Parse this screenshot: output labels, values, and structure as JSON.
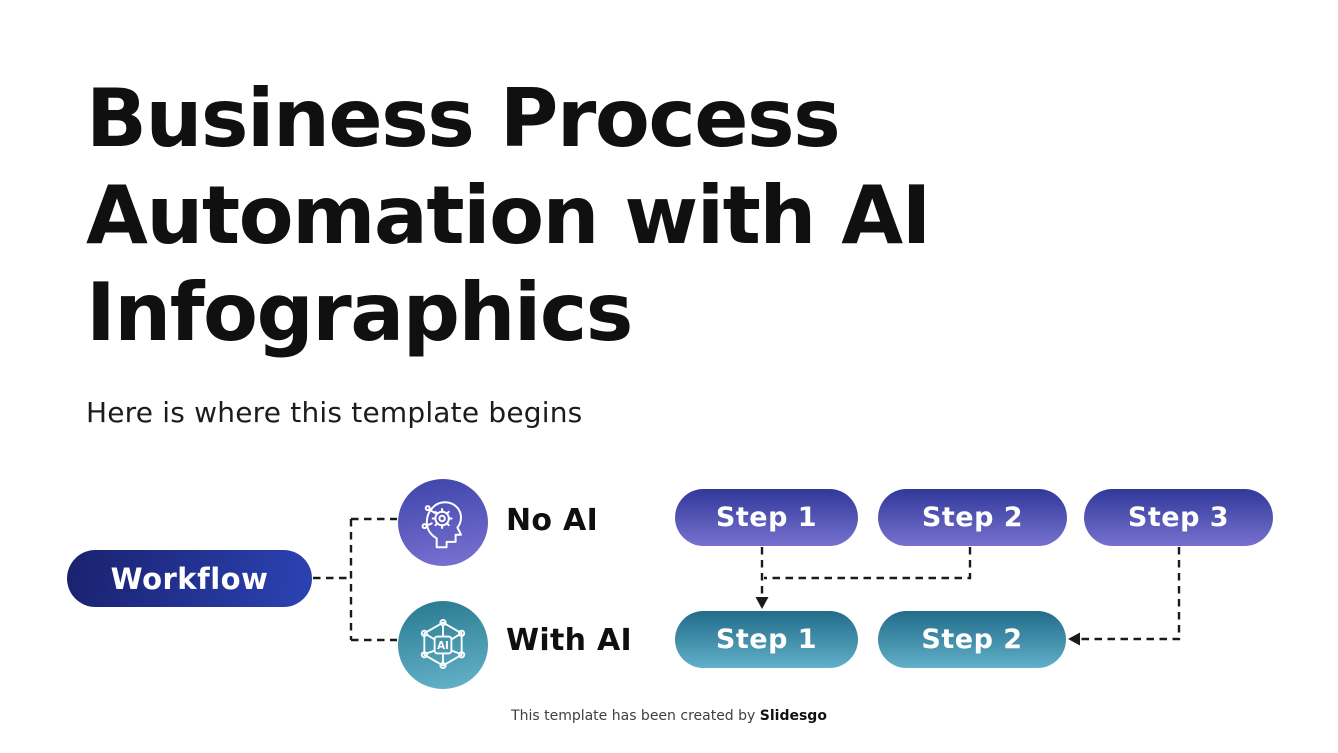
{
  "slide": {
    "title_lines": [
      "Business Process",
      "Automation with AI",
      "Infographics"
    ],
    "title_full": "Business Process Automation with AI Infographics",
    "subtitle": "Here is where this template begins",
    "footer_prefix": "This template has been created by ",
    "footer_brand": "Slidesgo"
  },
  "diagram": {
    "workflow_label": "Workflow",
    "branch_no_ai": {
      "label": "No AI",
      "icon": "head-gear-icon"
    },
    "branch_with_ai": {
      "label": "With AI",
      "icon": "ai-network-icon"
    },
    "no_ai_steps": [
      "Step 1",
      "Step 2",
      "Step 3"
    ],
    "with_ai_steps": [
      "Step 1",
      "Step 2"
    ],
    "ai_icon_text": "AI",
    "colors": {
      "title_text": "#101010",
      "workflow_gradient_start": "#1a216e",
      "workflow_gradient_end": "#2b43b3",
      "no_ai_gradient_start": "#30389a",
      "no_ai_gradient_end": "#7771ce",
      "with_ai_gradient_start": "#226c89",
      "with_ai_gradient_end": "#61afc9",
      "circle_no_ai_start": "#3d44a9",
      "circle_no_ai_end": "#7b73d3",
      "circle_with_ai_start": "#27798f",
      "circle_with_ai_end": "#66b4cb",
      "connector": "#1a1a1a",
      "pill_text": "#ffffff"
    }
  }
}
